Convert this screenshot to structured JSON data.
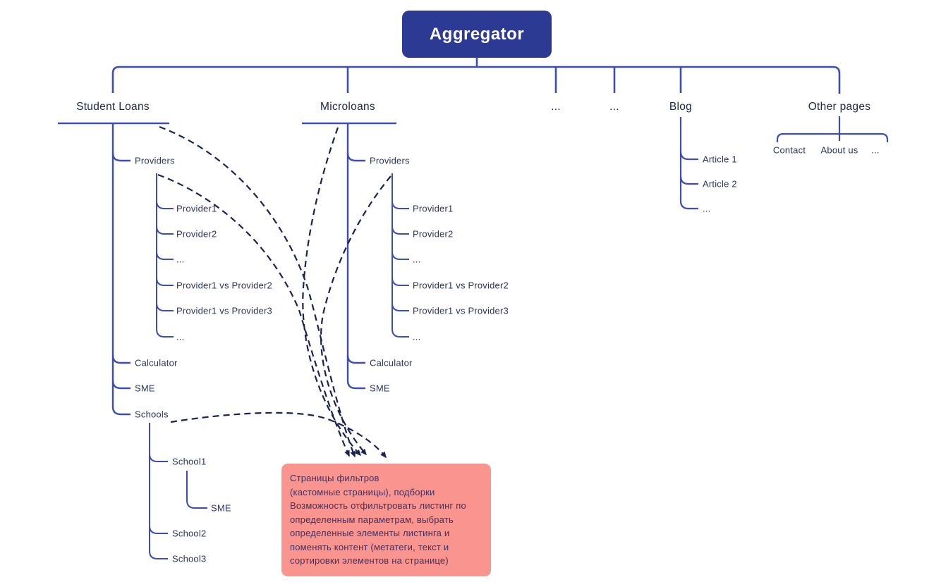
{
  "root": {
    "label": "Aggregator"
  },
  "sections": [
    {
      "id": "student-loans",
      "label": "Student Loans",
      "children": [
        {
          "label": "Providers",
          "children": [
            {
              "label": "Provider1"
            },
            {
              "label": "Provider2"
            },
            {
              "label": "..."
            },
            {
              "label": "Provider1 vs Provider2"
            },
            {
              "label": "Provider1 vs Provider3"
            },
            {
              "label": "..."
            }
          ]
        },
        {
          "label": "Calculator"
        },
        {
          "label": "SME"
        },
        {
          "label": "Schools",
          "children": [
            {
              "label": "School1",
              "children": [
                {
                  "label": "SME"
                }
              ]
            },
            {
              "label": "School2"
            },
            {
              "label": "School3"
            }
          ]
        }
      ]
    },
    {
      "id": "microloans",
      "label": "Microloans",
      "children": [
        {
          "label": "Providers",
          "children": [
            {
              "label": "Provider1"
            },
            {
              "label": "Provider2"
            },
            {
              "label": "..."
            },
            {
              "label": "Provider1 vs Provider2"
            },
            {
              "label": "Provider1 vs Provider3"
            },
            {
              "label": "..."
            }
          ]
        },
        {
          "label": "Calculator"
        },
        {
          "label": "SME"
        }
      ]
    },
    {
      "id": "ellipsis-1",
      "label": "..."
    },
    {
      "id": "ellipsis-2",
      "label": "..."
    },
    {
      "id": "blog",
      "label": "Blog",
      "children": [
        {
          "label": "Article 1"
        },
        {
          "label": "Article 2"
        },
        {
          "label": "..."
        }
      ]
    },
    {
      "id": "other-pages",
      "label": "Other pages",
      "children": [
        {
          "label": "Contact"
        },
        {
          "label": "About us"
        },
        {
          "label": "..."
        }
      ]
    }
  ],
  "annotation": {
    "text": "Страницы фильтров\n(кастомные страницы), подборки\nВозможность отфильтровать листинг по\nопределенным параметрам, выбрать\nопределенные элементы листинга и\nпоменять контент (метатеги, текст и\nсортировки элементов на странице)"
  },
  "colors": {
    "solid_line": "#3c4db3",
    "dashed_line": "#1b2153",
    "root_node_bg": "#2c3a94",
    "root_node_text": "#ffffff",
    "heading_text": "#1d2547",
    "item_text": "#2b335f",
    "annotation_bg": "#f9948f",
    "annotation_text": "#44305c"
  }
}
